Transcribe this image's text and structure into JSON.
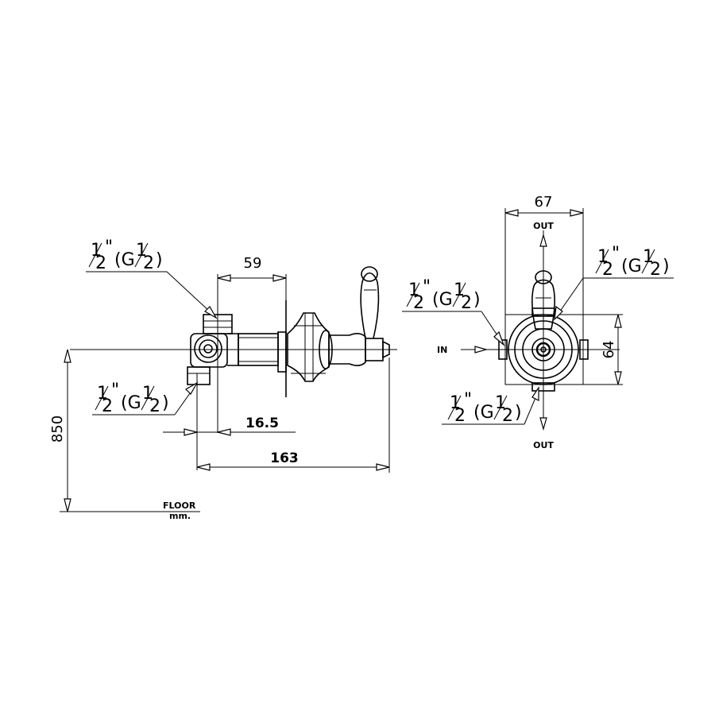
{
  "side_view": {
    "dims": {
      "d59": "59",
      "d16_5": "16.5",
      "d163": "163",
      "d850": "850"
    },
    "thread_top": {
      "num": "1",
      "den": "2",
      "inch": "\"",
      "open": "(G",
      "gnum": "1",
      "gden": "2",
      "close": ")"
    },
    "thread_bottom": {
      "num": "1",
      "den": "2",
      "inch": "\"",
      "open": "(G",
      "gnum": "1",
      "gden": "2",
      "close": ")"
    },
    "floor_label": "FLOOR",
    "unit_label": "mm."
  },
  "front_view": {
    "dims": {
      "d67": "67",
      "d64": "64"
    },
    "out_top": "OUT",
    "out_bottom": "OUT",
    "in_label": "IN",
    "thread_right": {
      "num": "1",
      "den": "2",
      "inch": "\"",
      "open": "(G",
      "gnum": "1",
      "gden": "2",
      "close": ")"
    },
    "thread_left": {
      "num": "1",
      "den": "2",
      "inch": "\"",
      "open": "(G",
      "gnum": "1",
      "gden": "2",
      "close": ")"
    },
    "thread_bottom": {
      "num": "1",
      "den": "2",
      "inch": "\"",
      "open": "(G",
      "gnum": "1",
      "gden": "2",
      "close": ")"
    }
  }
}
